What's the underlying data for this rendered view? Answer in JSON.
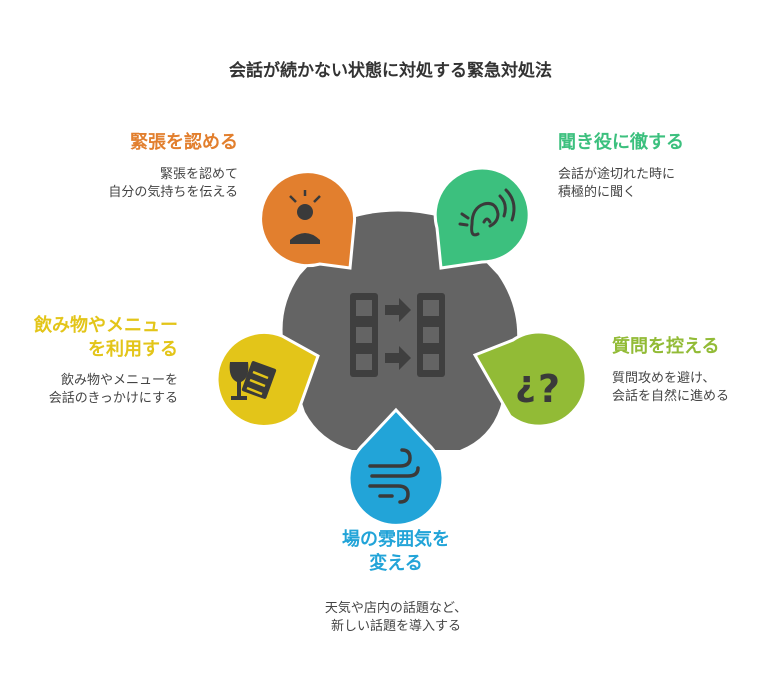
{
  "title": "会話が続かない状態に対処する緊急対処法",
  "colors": {
    "center": "#646464",
    "orange": "#E27F2E",
    "green": "#3CC07E",
    "lime": "#92BB36",
    "blue": "#22A4D8",
    "yellow": "#E3C519",
    "icon": "#3a3a3a"
  },
  "items": [
    {
      "label": "緊張を認める",
      "desc": [
        "緊張を認めて",
        "自分の気持ちを伝える"
      ],
      "icon": "stressed-person-icon"
    },
    {
      "label": "聞き役に徹する",
      "desc": [
        "会話が途切れた時に",
        "積極的に聞く"
      ],
      "icon": "ear-listening-icon"
    },
    {
      "label": "質問を控える",
      "desc": [
        "質問攻めを避け、",
        "会話を自然に進める"
      ],
      "icon": "question-marks-icon"
    },
    {
      "label": [
        "場の雰囲気を",
        "変える"
      ],
      "desc": [
        "天気や店内の話題など、",
        "新しい話題を導入する"
      ],
      "icon": "wind-icon"
    },
    {
      "label": [
        "飲み物やメニュー",
        "を利用する"
      ],
      "desc": [
        "飲み物やメニューを",
        "会話のきっかけにする"
      ],
      "icon": "drink-menu-icon"
    }
  ],
  "center_icon": "film-transition-icon"
}
